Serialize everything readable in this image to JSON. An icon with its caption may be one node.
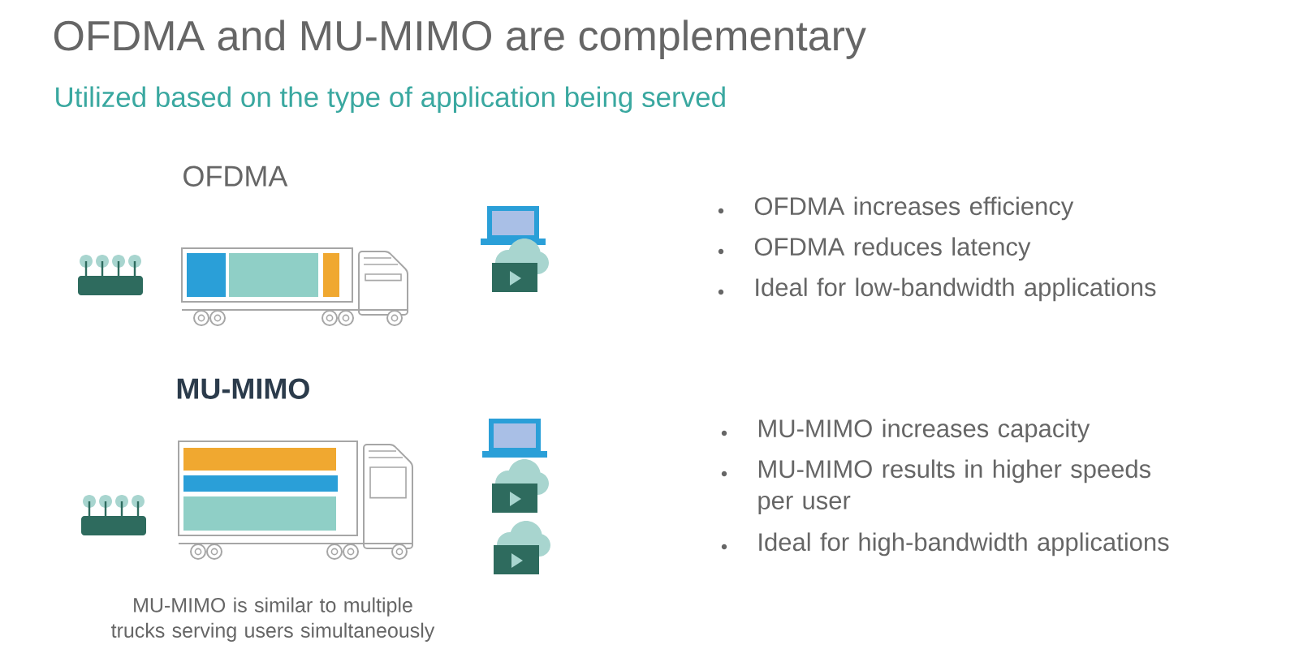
{
  "diagram": {
    "title": "OFDMA and MU-MIMO are complementary",
    "labels": [
      "Utilized based on the type of application being served",
      "OFDMA",
      "OFDMA increases efficiency",
      "OFDMA reduces latency",
      "Ideal for low-bandwidth applications",
      "MU-MIMO",
      "MU-MIMO increases capacity",
      "MU-MIMO results in higher speeds per user",
      "Ideal for high-bandwidth applications",
      "MU-MIMO is similar to multiple trucks serving users simultaneously"
    ]
  }
}
